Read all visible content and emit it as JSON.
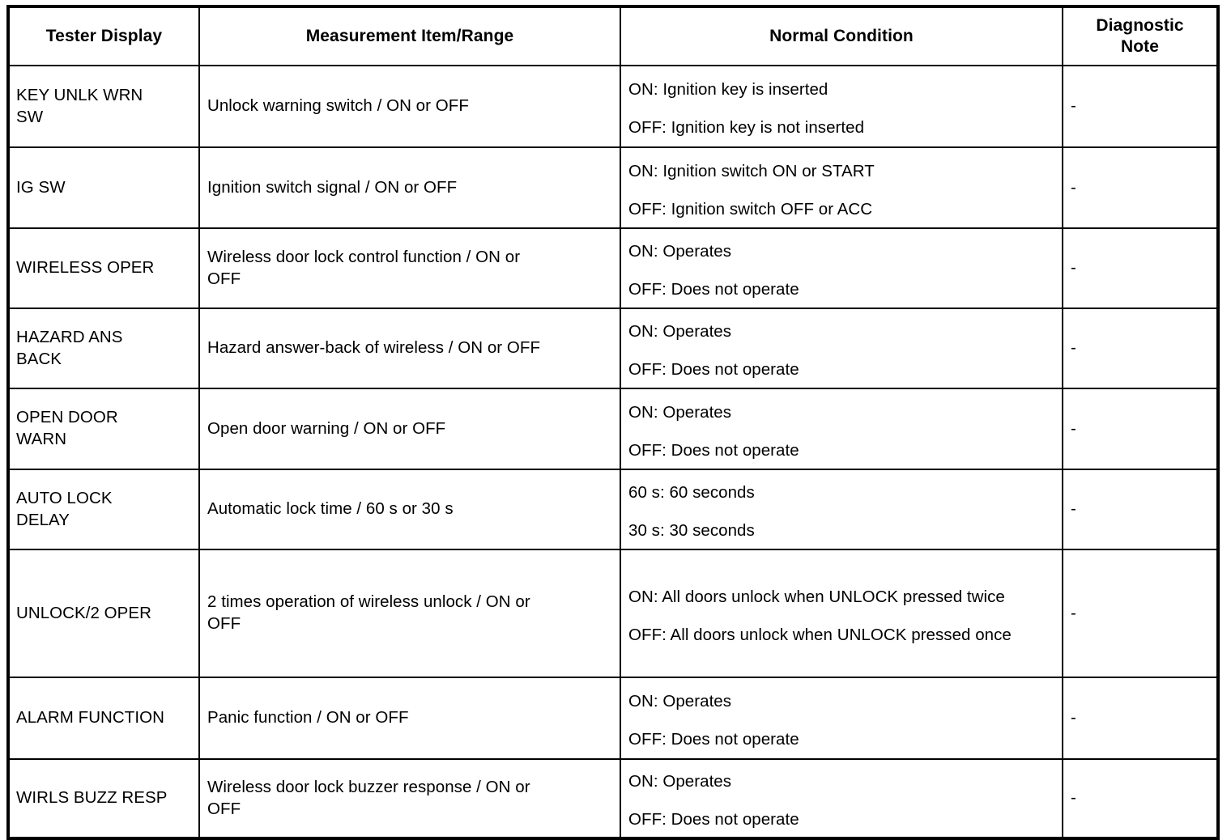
{
  "table": {
    "columns": [
      {
        "key": "tester_display",
        "label": "Tester Display"
      },
      {
        "key": "measurement_item_range",
        "label": "Measurement Item/Range"
      },
      {
        "key": "normal_condition",
        "label": "Normal Condition"
      },
      {
        "key": "diagnostic_note",
        "label": "Diagnostic\nNote"
      }
    ],
    "rows": [
      {
        "tester_display": "KEY UNLK WRN\nSW",
        "measurement_item_range": "Unlock warning switch / ON or OFF",
        "normal_condition": {
          "line1": "ON: Ignition key is inserted",
          "line2": "OFF: Ignition key is not inserted"
        },
        "diagnostic_note": "-"
      },
      {
        "tester_display": "IG SW",
        "measurement_item_range": "Ignition switch signal / ON or OFF",
        "normal_condition": {
          "line1": "ON: Ignition switch ON or START",
          "line2": "OFF: Ignition switch OFF or ACC"
        },
        "diagnostic_note": "-"
      },
      {
        "tester_display": "WIRELESS OPER",
        "measurement_item_range": "Wireless door lock control function / ON or\nOFF",
        "normal_condition": {
          "line1": "ON: Operates",
          "line2": "OFF: Does not operate"
        },
        "diagnostic_note": "-"
      },
      {
        "tester_display": "HAZARD ANS\nBACK",
        "measurement_item_range": "Hazard answer-back of wireless / ON or OFF",
        "normal_condition": {
          "line1": "ON: Operates",
          "line2": "OFF: Does not operate"
        },
        "diagnostic_note": "-"
      },
      {
        "tester_display": "OPEN DOOR\nWARN",
        "measurement_item_range": "Open door warning / ON or OFF",
        "normal_condition": {
          "line1": "ON: Operates",
          "line2": "OFF: Does not operate"
        },
        "diagnostic_note": "-"
      },
      {
        "tester_display": "AUTO LOCK\nDELAY",
        "measurement_item_range": "Automatic lock time / 60 s or 30 s",
        "normal_condition": {
          "line1": "60 s: 60 seconds",
          "line2": "30 s: 30 seconds"
        },
        "diagnostic_note": "-"
      },
      {
        "tester_display": "UNLOCK/2 OPER",
        "measurement_item_range": "2 times operation of wireless unlock / ON or\nOFF",
        "normal_condition": {
          "line1": "ON: All doors unlock when UNLOCK pressed\ntwice",
          "line2": "OFF: All doors unlock when UNLOCK pressed\nonce"
        },
        "diagnostic_note": "-"
      },
      {
        "tester_display": "ALARM FUNCTION",
        "measurement_item_range": "Panic function / ON or OFF",
        "normal_condition": {
          "line1": "ON: Operates",
          "line2": "OFF: Does not operate"
        },
        "diagnostic_note": "-"
      },
      {
        "tester_display": "WIRLS BUZZ RESP",
        "measurement_item_range": "Wireless door lock buzzer response / ON or\nOFF",
        "normal_condition": {
          "line1": "ON: Operates",
          "line2": "OFF: Does not operate"
        },
        "diagnostic_note": "-"
      }
    ]
  },
  "style": {
    "border_color": "#000000",
    "text_color": "#000000",
    "background": "#ffffff"
  }
}
